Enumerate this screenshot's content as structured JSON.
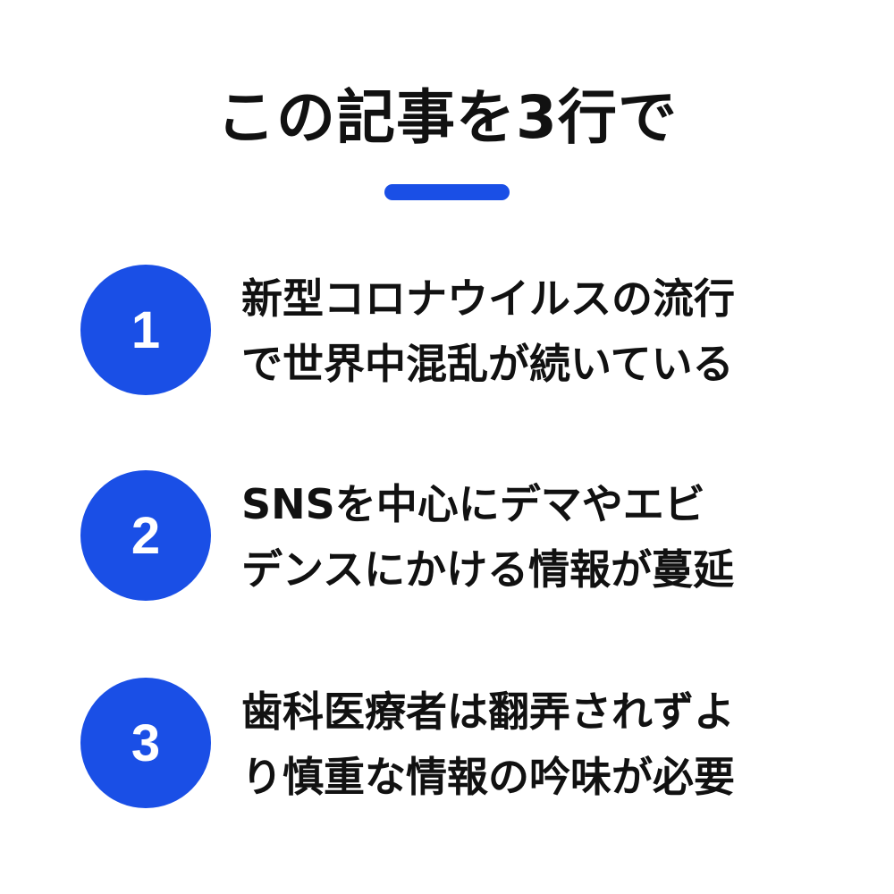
{
  "title": "この記事を3行で",
  "colors": {
    "accent": "#1a4fe6",
    "text": "#111111",
    "background": "#ffffff"
  },
  "items": [
    {
      "number": "1",
      "lines": [
        "新型コロナウイルスの流行",
        "で世界中混乱が続いている"
      ]
    },
    {
      "number": "2",
      "lines": [
        "SNSを中心にデマやエビ",
        "デンスにかける情報が蔓延"
      ]
    },
    {
      "number": "3",
      "lines": [
        "歯科医療者は翻弄されずよ",
        "り慎重な情報の吟味が必要"
      ]
    }
  ]
}
